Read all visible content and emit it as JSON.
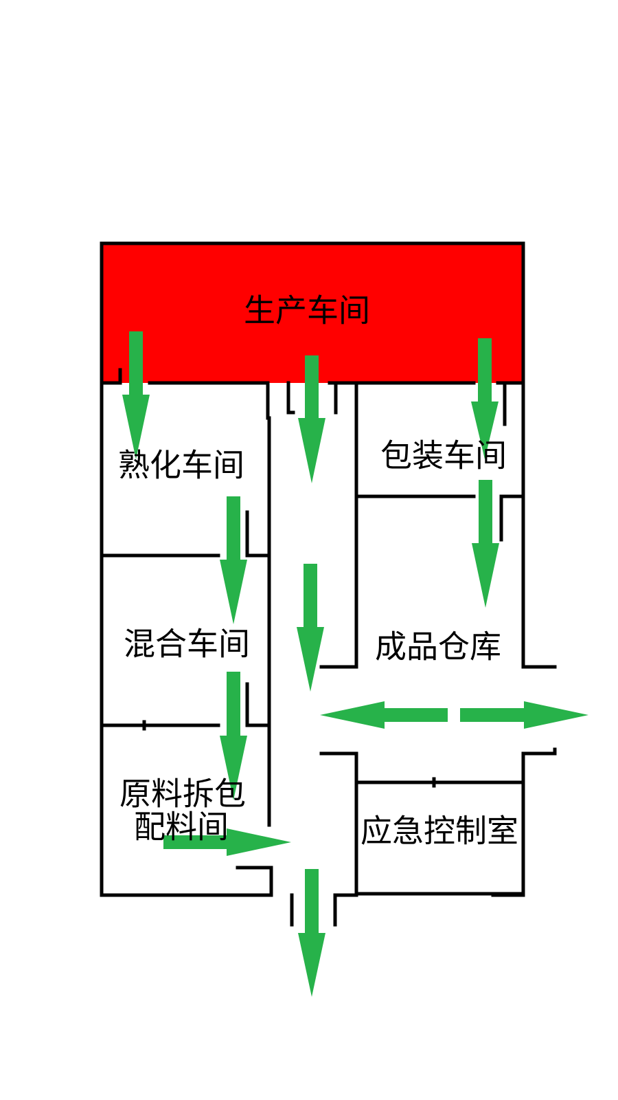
{
  "colors": {
    "danger": "#ff0000",
    "arrow": "#27b24a",
    "wall": "#000000",
    "background": "#ffffff"
  },
  "rooms": {
    "production": "生产车间",
    "curing": "熟化车间",
    "packaging": "包装车间",
    "mixing": "混合车间",
    "finished_goods": "成品仓库",
    "raw_material_line1": "原料拆包",
    "raw_material_line2": "配料间",
    "emergency_control": "应急控制室"
  },
  "icons": {
    "evacuation_arrow": "arrow-icon"
  }
}
